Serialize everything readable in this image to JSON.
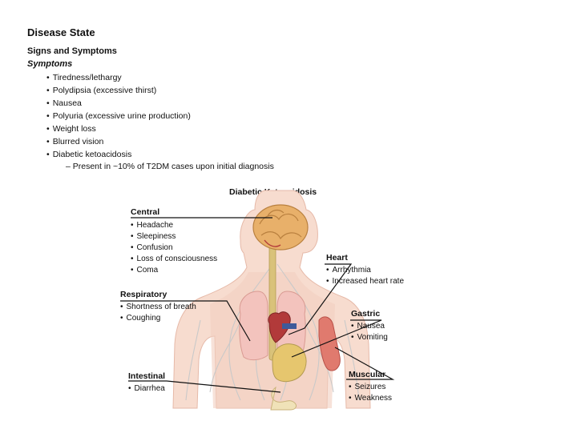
{
  "page": {
    "title": "Disease State",
    "section_heading": "Signs and Symptoms",
    "subheading": "Symptoms",
    "symptoms": [
      "Tiredness/lethargy",
      "Polydipsia (excessive thirst)",
      "Nausea",
      "Polyuria (excessive urine production)",
      "Weight loss",
      "Blurred vision",
      "Diabetic ketoacidosis"
    ],
    "sub_note": "– Present in ~10% of T2DM cases upon initial diagnosis"
  },
  "diagram": {
    "title": "Diabetic Ketoacidosis",
    "labels": {
      "central": {
        "title": "Central",
        "items": [
          "Headache",
          "Sleepiness",
          "Confusion",
          "Loss of consciousness",
          "Coma"
        ]
      },
      "respiratory": {
        "title": "Respiratory",
        "items": [
          "Shortness of breath",
          "Coughing"
        ]
      },
      "intestinal": {
        "title": "Intestinal",
        "items": [
          "Diarrhea"
        ]
      },
      "heart": {
        "title": "Heart",
        "items": [
          "Arrhythmia",
          "Increased heart rate"
        ]
      },
      "gastric": {
        "title": "Gastric",
        "items": [
          "Nausea",
          "Vomiting"
        ]
      },
      "muscular": {
        "title": "Muscular",
        "items": [
          "Seizures",
          "Weakness"
        ]
      }
    },
    "colors": {
      "skin": "#f6d9cc",
      "brain": "#e8b06a",
      "spine": "#d9c27a",
      "heart": "#b23a3a",
      "stomach": "#e6c66e",
      "muscle": "#e07a6e",
      "vessels": "#c0c0c0"
    }
  }
}
